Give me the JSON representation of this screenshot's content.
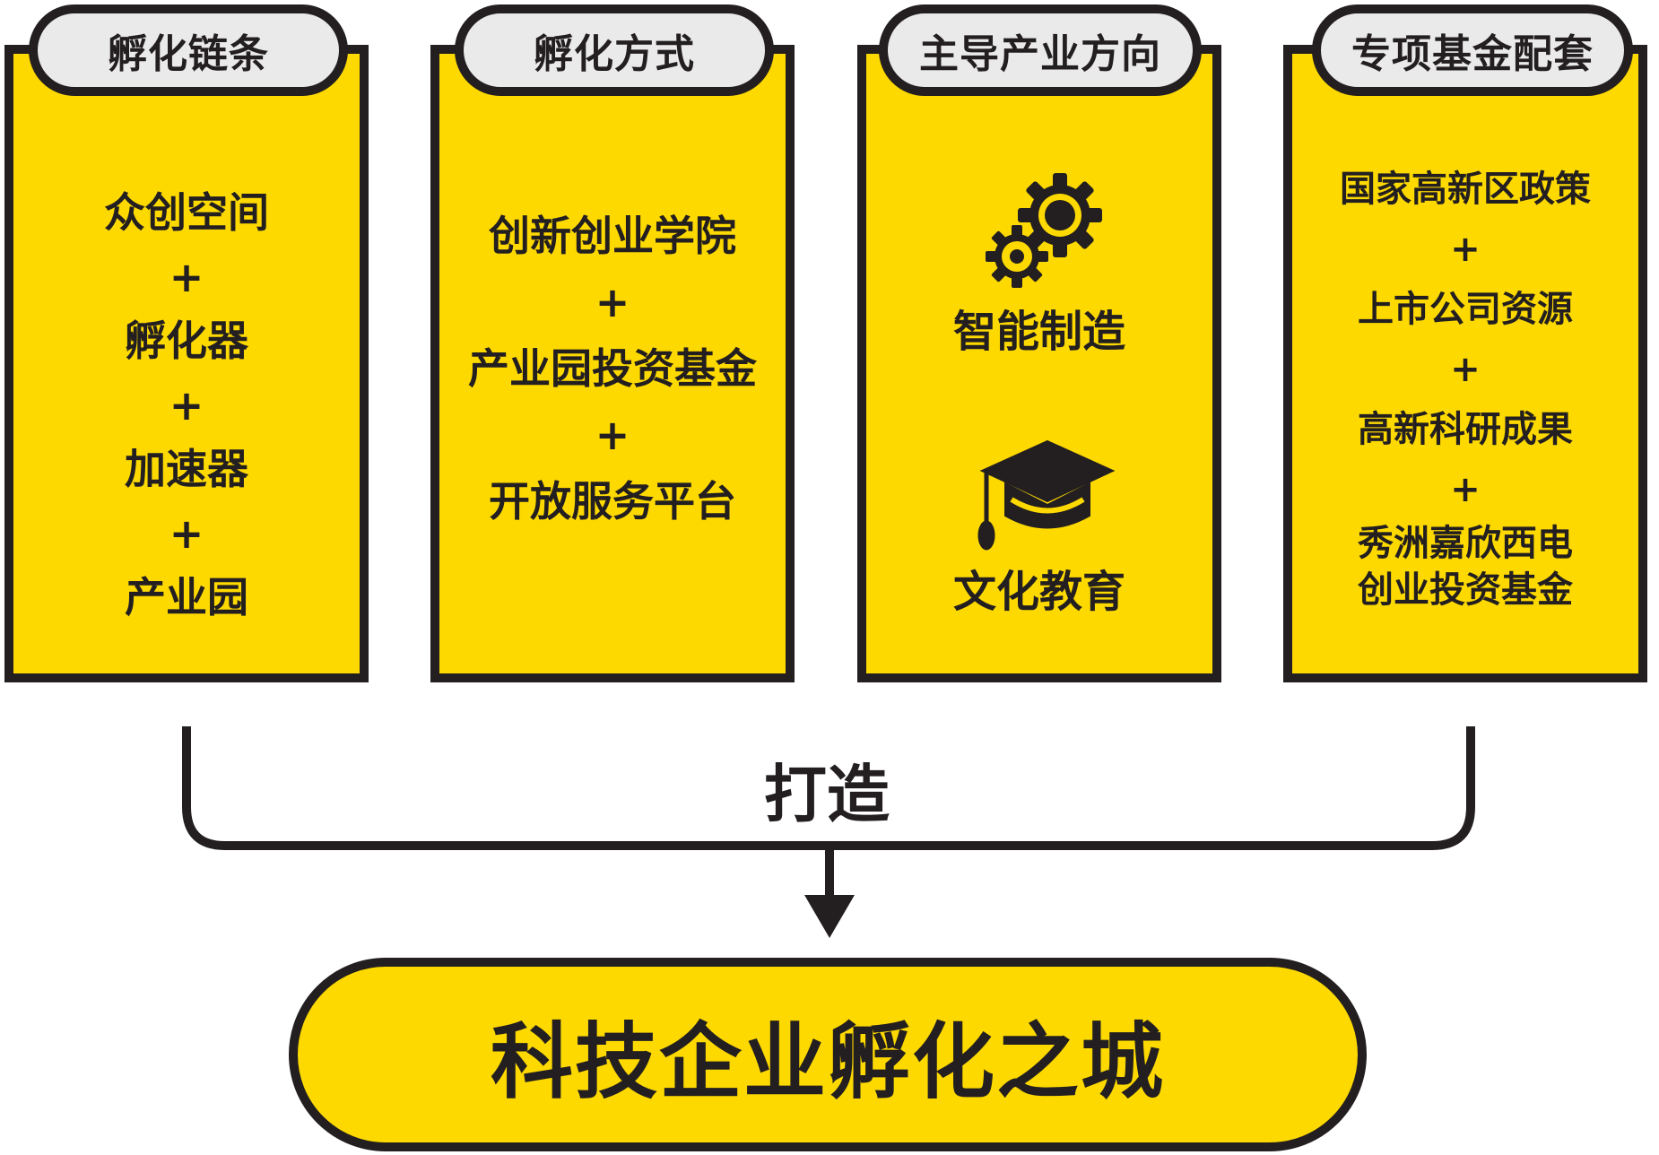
{
  "columns": [
    {
      "header": "孵化链条",
      "items": [
        "众创空间",
        "+",
        "孵化器",
        "+",
        "加速器",
        "+",
        "产业园"
      ]
    },
    {
      "header": "孵化方式",
      "items": [
        "创新创业学院",
        "+",
        "产业园投资基金",
        "+",
        "开放服务平台"
      ]
    },
    {
      "header": "主导产业方向",
      "items": [
        "智能制造",
        "文化教育"
      ],
      "icons": [
        "gears-icon",
        "graduation-cap-icon"
      ]
    },
    {
      "header": "专项基金配套",
      "items": [
        "国家高新区政策",
        "+",
        "上市公司资源",
        "+",
        "高新科研成果",
        "+",
        "秀洲嘉欣西电",
        "创业投资基金"
      ]
    }
  ],
  "connector_label": "打造",
  "result": "科技企业孵化之城",
  "colors": {
    "panel_fill": "#fdd900",
    "outline": "#231f20",
    "tab_fill": "#eaeaea",
    "background": "#ffffff"
  }
}
